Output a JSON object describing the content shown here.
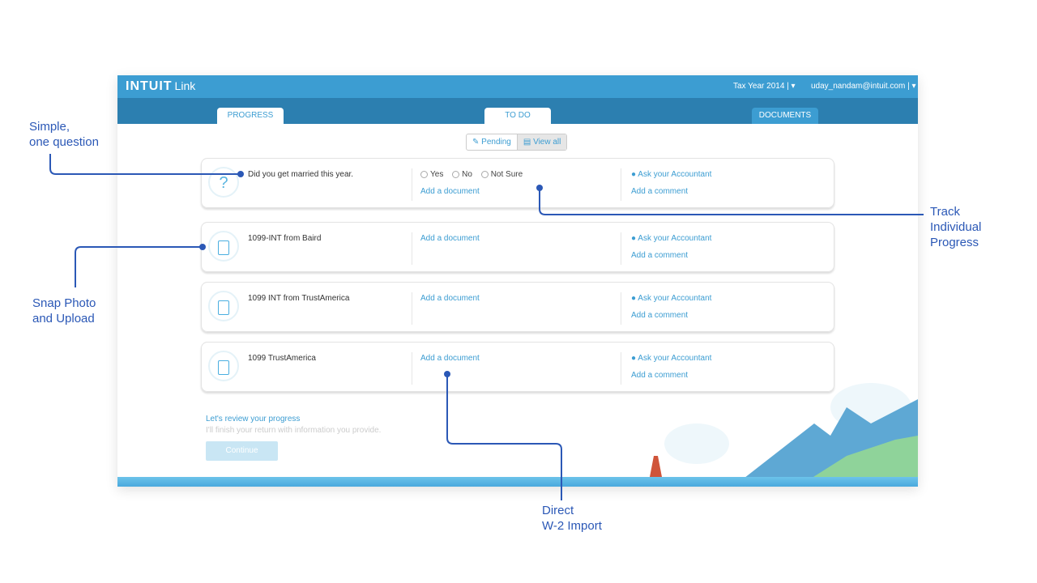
{
  "header": {
    "logo": "INTUIT",
    "product": "Link",
    "tax_year": "Tax Year 2014 | ▾",
    "user": "uday_nandam@intuit.com | ▾"
  },
  "tabs": [
    {
      "label": "PROGRESS"
    },
    {
      "label": "TO DO"
    },
    {
      "label": "DOCUMENTS"
    }
  ],
  "filter": {
    "pending": "✎ Pending",
    "view_all": "▤ View all"
  },
  "cards": [
    {
      "title": "Did you get married this year.",
      "options": [
        "Yes",
        "No",
        "Not Sure"
      ],
      "add_doc": "Add a document",
      "ask": "Ask your Accountant",
      "comment": "Add a comment"
    },
    {
      "title": "1099-INT from Baird",
      "add_doc": "Add a document",
      "ask": "Ask your Accountant",
      "comment": "Add a comment"
    },
    {
      "title": "1099 INT from TrustAmerica",
      "add_doc": "Add a document",
      "ask": "Ask your Accountant",
      "comment": "Add a comment"
    },
    {
      "title": "1099 TrustAmerica",
      "add_doc": "Add a document",
      "ask": "Ask your Accountant",
      "comment": "Add a comment"
    }
  ],
  "review": {
    "title": "Let's review your progress",
    "subtitle": "I'll finish your return with information you provide.",
    "continue": "Continue"
  },
  "annotations": {
    "simple": "Simple,\none question",
    "snap": "Snap Photo\nand Upload",
    "track": "Track\nIndividual\nProgress",
    "direct": "Direct\nW-2 Import"
  }
}
